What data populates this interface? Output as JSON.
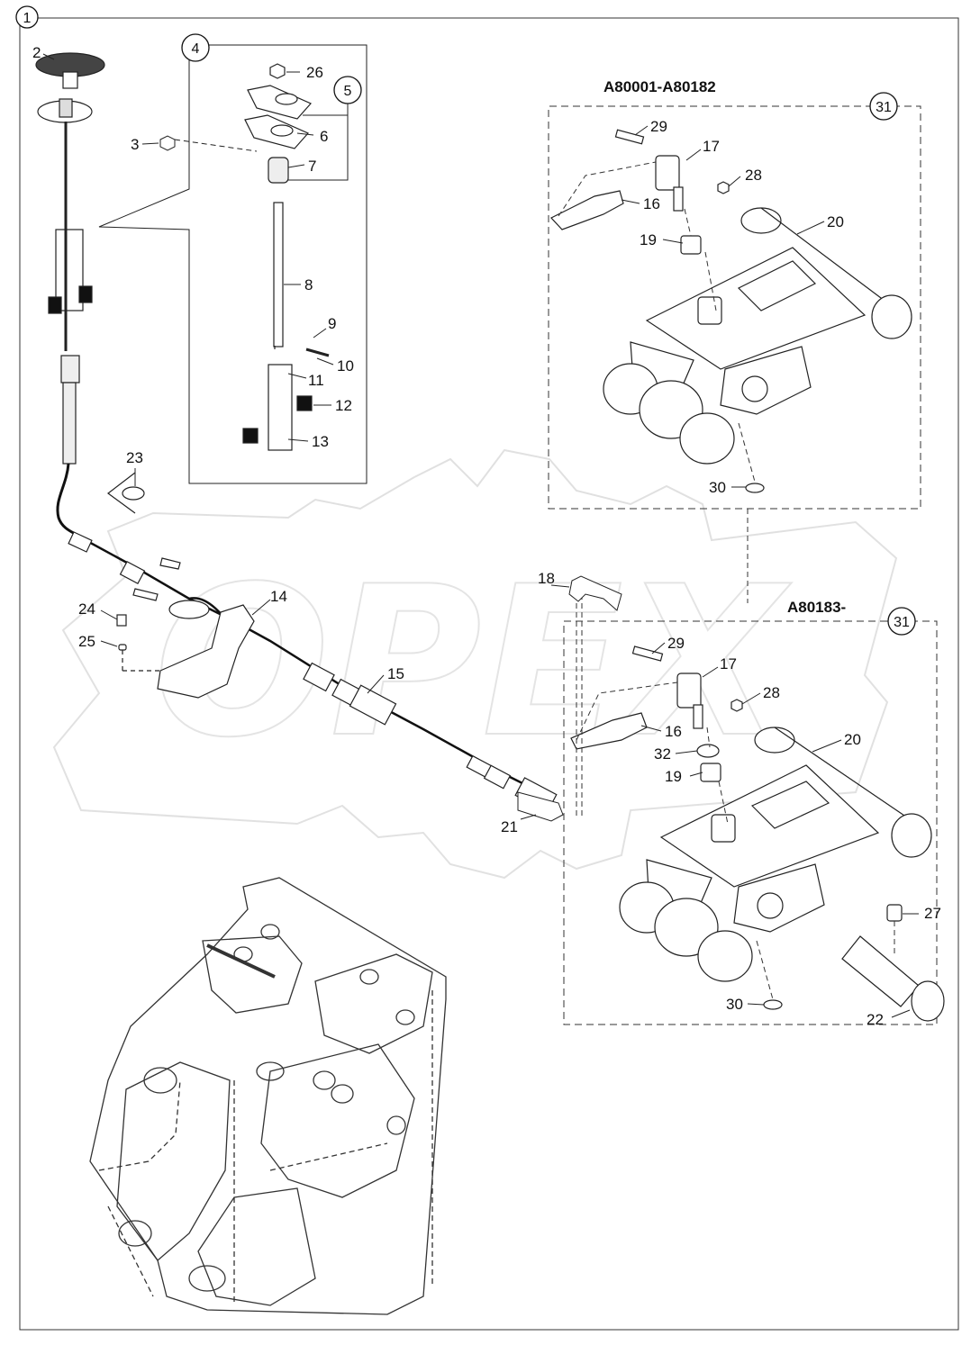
{
  "diagram": {
    "main_callout": "1",
    "watermark": "OPEX",
    "variant_old": {
      "serial_range": "A80001-A80182",
      "callout": "31"
    },
    "variant_new": {
      "serial_range": "A80183-",
      "callout": "31"
    },
    "group4": {
      "callout": "4"
    },
    "group5": {
      "callout": "5"
    },
    "labels": {
      "p2": "2",
      "p3": "3",
      "p6": "6",
      "p7": "7",
      "p8": "8",
      "p9": "9",
      "p10": "10",
      "p11": "11",
      "p12": "12",
      "p13": "13",
      "p14": "14",
      "p15": "15",
      "p18": "18",
      "p21": "21",
      "p22": "22",
      "p23": "23",
      "p24": "24",
      "p25": "25",
      "p26": "26",
      "p27": "27",
      "o16": "16",
      "o17": "17",
      "o19": "19",
      "o20": "20",
      "o28": "28",
      "o29": "29",
      "o30": "30",
      "n16": "16",
      "n17": "17",
      "n19": "19",
      "n20": "20",
      "n28": "28",
      "n29": "29",
      "n30": "30",
      "n32": "32"
    }
  }
}
